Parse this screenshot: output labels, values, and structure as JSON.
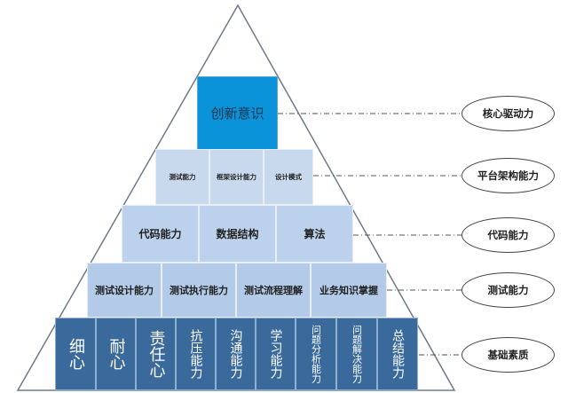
{
  "top": {
    "label": "创新意识"
  },
  "level2": [
    "测试能力",
    "框架设计能力",
    "设计模式"
  ],
  "level3": [
    "代码能力",
    "数据结构",
    "算法"
  ],
  "level4": [
    "测试设计能力",
    "测试执行能力",
    "测试流程理解",
    "业务知识掌握"
  ],
  "level5": [
    "细心",
    "耐心",
    "责任心",
    "抗压能力",
    "沟通能力",
    "学习能力",
    "问题分析能力",
    "问题解决能力",
    "总结能力"
  ],
  "categories": [
    "核心驱动力",
    "平台架构能力",
    "代码能力",
    "测试能力",
    "基础素质"
  ],
  "colors": {
    "top_fill": "#0a93d8",
    "tier_fill": "#bcd2ec",
    "base_fill": "#3a6a9c",
    "triangle_stroke": "#6e7a88"
  }
}
